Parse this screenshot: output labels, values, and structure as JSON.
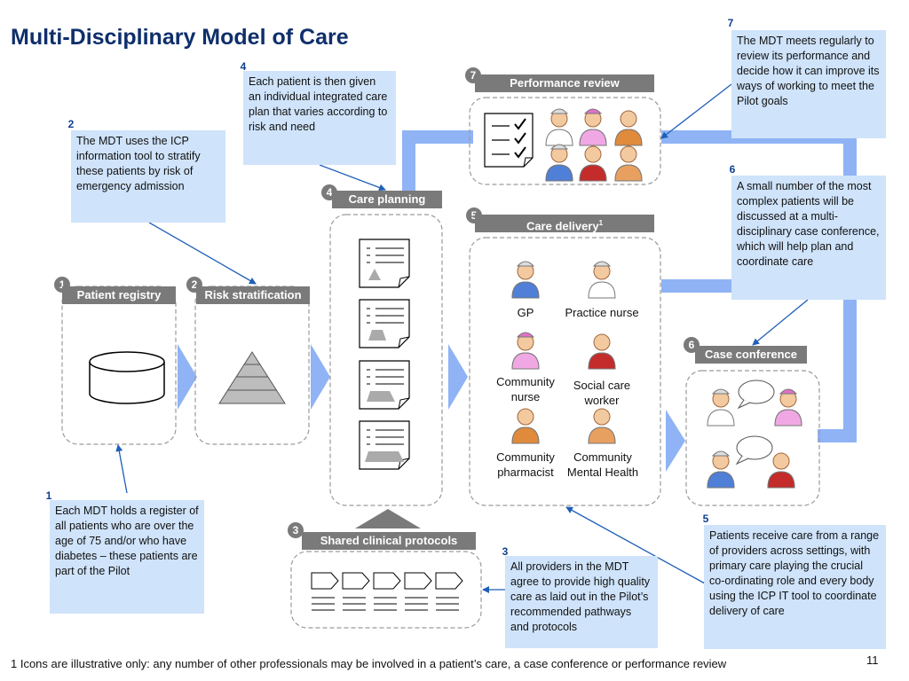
{
  "title": "Multi-Disciplinary Model of Care",
  "stages": {
    "patient_registry": {
      "number": "1",
      "label": "Patient registry"
    },
    "risk_stratification": {
      "number": "2",
      "label": "Risk stratification"
    },
    "shared_protocols": {
      "number": "3",
      "label": "Shared clinical protocols"
    },
    "care_planning": {
      "number": "4",
      "label": "Care planning"
    },
    "care_delivery": {
      "number": "5",
      "label": "Care delivery",
      "footnote_mark": "1"
    },
    "case_conference": {
      "number": "6",
      "label": "Case conference"
    },
    "performance_review": {
      "number": "7",
      "label": "Performance review"
    }
  },
  "roles": {
    "gp": "GP",
    "practice_nurse": "Practice nurse",
    "community_nurse": "Community nurse",
    "social_care_worker": "Social care worker",
    "community_pharmacist": "Community pharmacist",
    "community_mental_health": "Community Mental Health"
  },
  "notes": [
    {
      "number": "1",
      "text": "Each MDT holds a register of all patients who are over the age of 75 and/or who have diabetes – these patients are part of the Pilot"
    },
    {
      "number": "2",
      "text": "The MDT uses the ICP information tool to stratify these patients by risk of emergency admission"
    },
    {
      "number": "3",
      "text": "All providers in the MDT agree to provide high quality care as laid out in the Pilot’s recommended pathways and protocols"
    },
    {
      "number": "4",
      "text": "Each patient is then given an individual integrated care plan that varies according to risk and need"
    },
    {
      "number": "5",
      "text": "Patients receive care from a range of providers across settings, with primary care playing the crucial co-ordinating role and every body using the ICP IT tool to coordinate delivery of care"
    },
    {
      "number": "6",
      "text": "A small number of the most complex patients will be discussed at a multi-disciplinary case conference, which will help plan and coordinate care"
    },
    {
      "number": "7",
      "text": "The MDT meets regularly to review its performance and decide how it can improve its ways of working to meet the Pilot goals"
    }
  ],
  "footnote": "1 Icons are illustrative only: any number of other professionals may be involved in a patient’s care, a case conference or performance review",
  "page_number": "11",
  "colors": {
    "title": "#0f2f6b",
    "note_bg": "#cfe3fa",
    "label_bg": "#7a7a7a",
    "flow": "#8fb3f5",
    "arrow": "#1f5fb8"
  },
  "icons": [
    "database-cylinder-icon",
    "risk-pyramid-icon",
    "care-plan-document-icon",
    "protocol-steps-icon",
    "checklist-icon",
    "doctor-icon",
    "nurse-icon",
    "social-worker-icon",
    "pharmacist-icon",
    "mental-health-worker-icon",
    "speech-bubble-icon"
  ]
}
